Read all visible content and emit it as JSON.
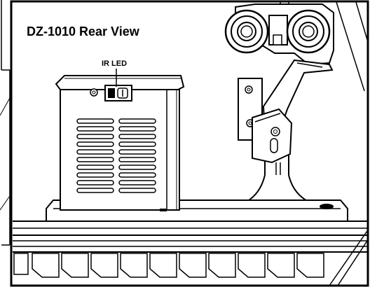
{
  "diagram": {
    "title": "DZ-1010 Rear View",
    "callouts": [
      {
        "id": "ir-led",
        "label": "IR LED"
      }
    ]
  },
  "colors": {
    "line": "#000000",
    "background": "#ffffff"
  }
}
